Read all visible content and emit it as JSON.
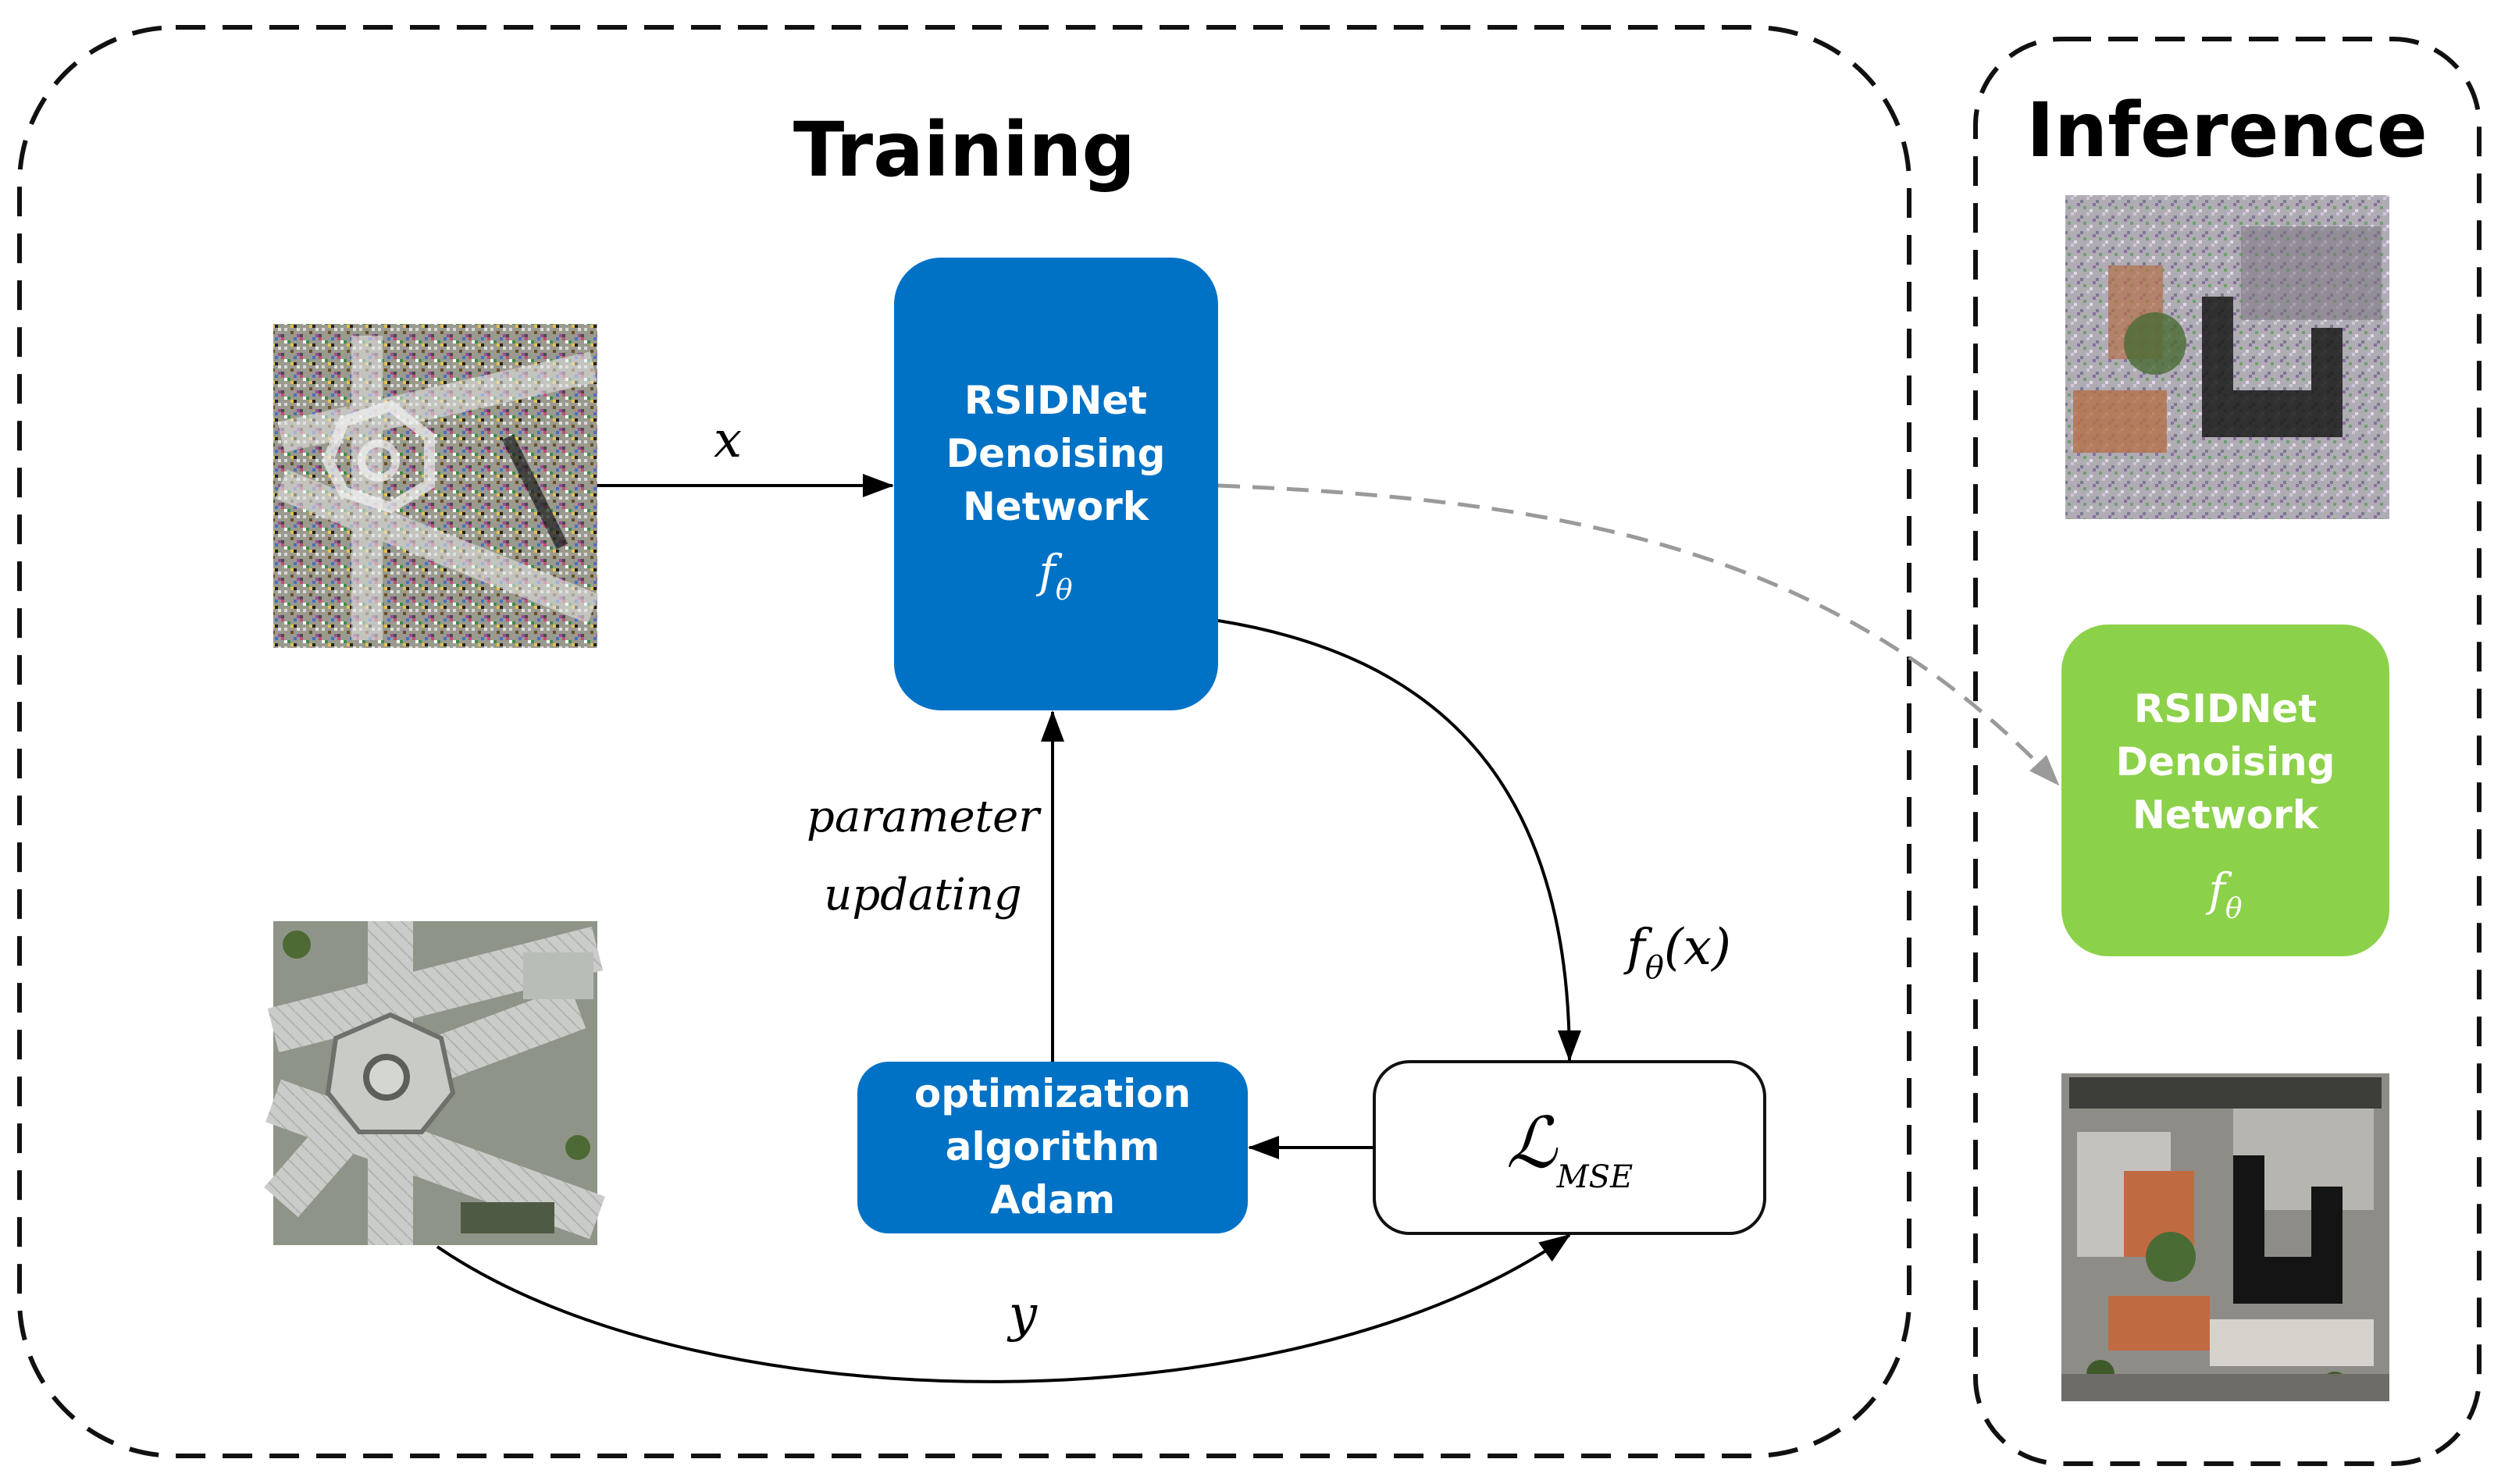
{
  "colors": {
    "blue": "#0072C6",
    "green": "#8CD14A",
    "dashed_gray": "#9A9A9A",
    "text_white": "#ffffff",
    "stroke": "#000000"
  },
  "training": {
    "title": "Training",
    "noisy_image": {
      "icon": "noisy-aerial-image"
    },
    "clean_image": {
      "icon": "clean-aerial-image"
    },
    "input_label": "x",
    "target_label": "y",
    "network": {
      "line1": "RSIDNet",
      "line2": "Denoising",
      "line3": "Network",
      "symbol": "f",
      "symbol_sub": "θ"
    },
    "output_label": {
      "f": "f",
      "sub": "θ",
      "arg": "(x)"
    },
    "param_update": {
      "line1": "parameter",
      "line2": "updating"
    },
    "optimizer": {
      "line1": "optimization",
      "line2": "algorithm",
      "line3": "Adam"
    },
    "loss": {
      "symbol": "ℒ",
      "sub": "MSE"
    }
  },
  "inference": {
    "title": "Inference",
    "noisy_image": {
      "icon": "noisy-aerial-image"
    },
    "clean_image": {
      "icon": "denoised-aerial-image"
    },
    "network": {
      "line1": "RSIDNet",
      "line2": "Denoising",
      "line3": "Network",
      "symbol": "f",
      "symbol_sub": "θ"
    }
  }
}
